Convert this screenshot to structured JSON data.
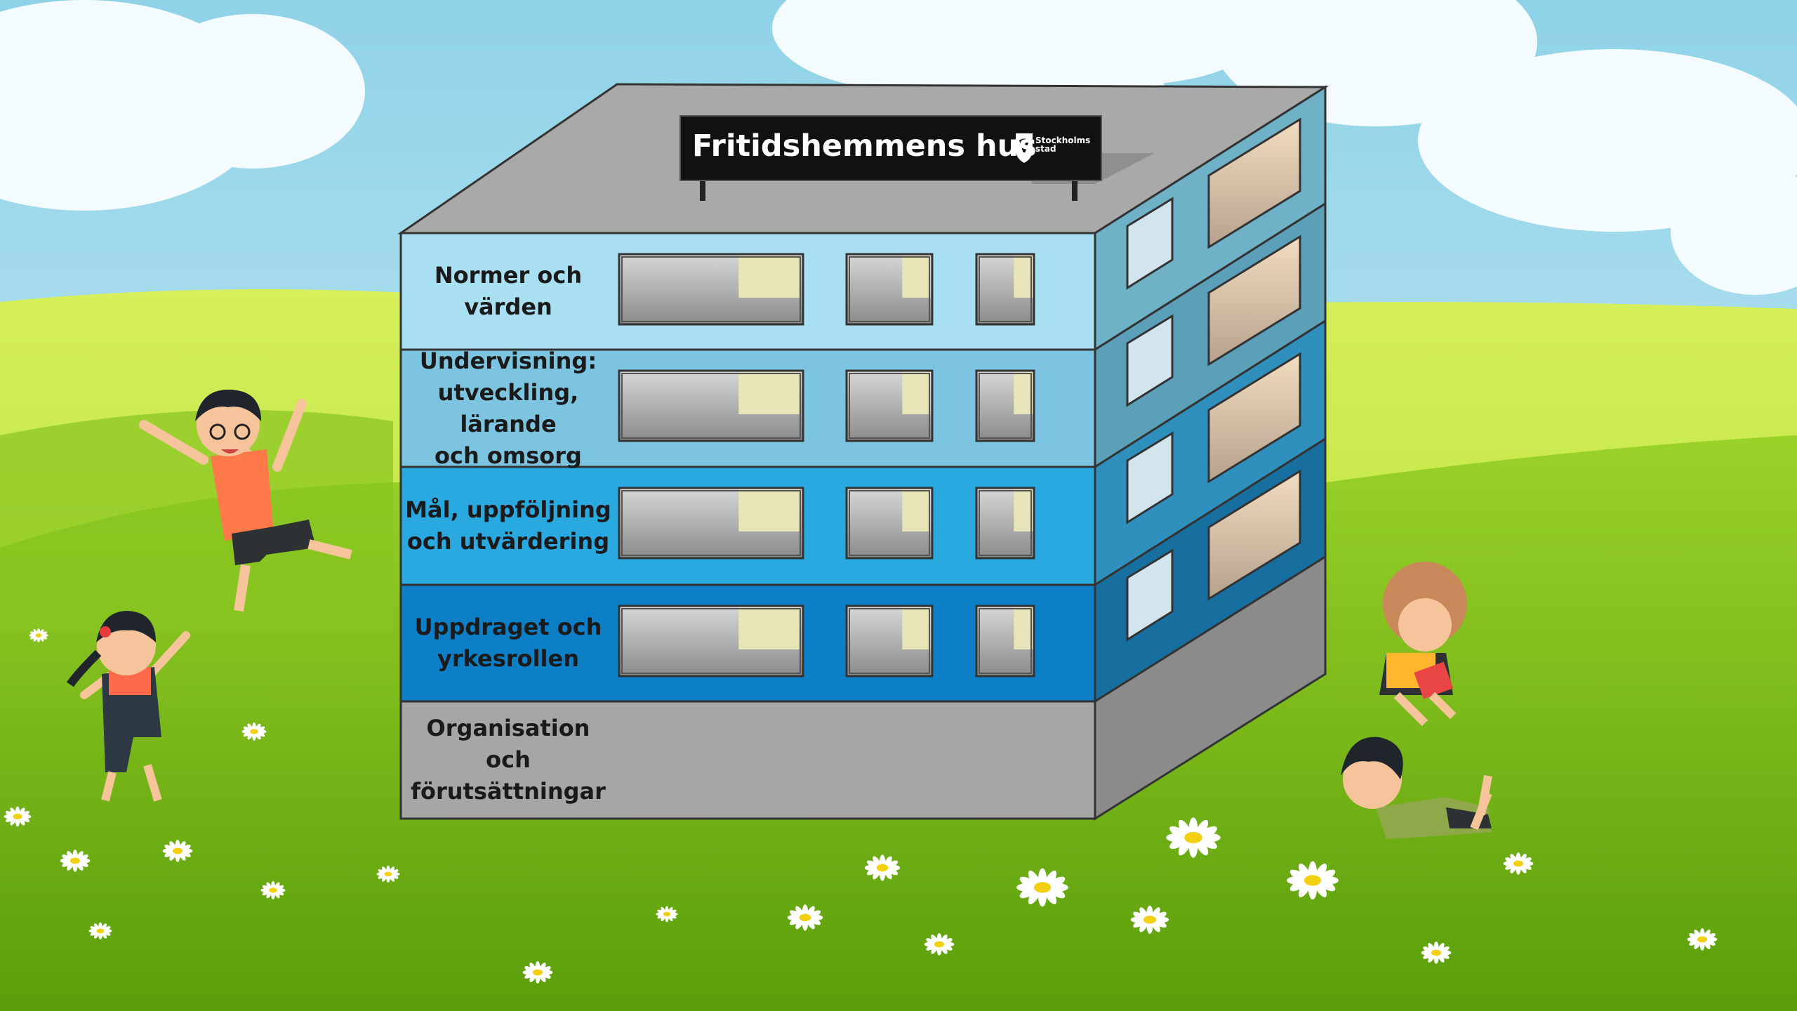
{
  "sign": {
    "title": "Fritidshemmens hus",
    "logo_text": "Stockholms\nstad"
  },
  "floors": [
    {
      "label": "Normer och\nvärden",
      "color": "#a8e0f2"
    },
    {
      "label": "Undervisning:\nutveckling, lärande\noch omsorg",
      "color": "#7cc4df"
    },
    {
      "label": "Mål, uppföljning\noch utvärdering",
      "color": "#2aa8e0"
    },
    {
      "label": "Uppdraget och\nyrkesrollen",
      "color": "#0c7fc6"
    },
    {
      "label": "Organisation och\nförutsättningar",
      "color": "#a6a6a6"
    }
  ],
  "colors": {
    "sky": "#bfe6f4",
    "grass_light": "#a7e03a",
    "grass_dark": "#5ca10b",
    "roof": "#a9a9a9",
    "sign": "#111111"
  }
}
